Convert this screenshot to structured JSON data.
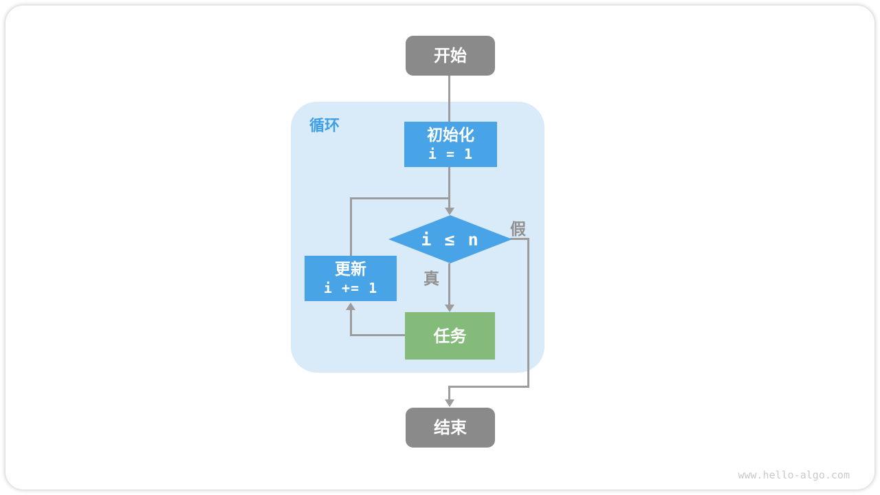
{
  "page": {
    "watermark": "www.hello-algo.com"
  },
  "flowchart": {
    "container": {
      "label": "循环"
    },
    "nodes": {
      "start": {
        "label": "开始"
      },
      "init": {
        "title": "初始化",
        "code": "i = 1"
      },
      "condition": {
        "label": "i ≤ n"
      },
      "update": {
        "title": "更新",
        "code": "i += 1"
      },
      "task": {
        "label": "任务"
      },
      "end": {
        "label": "结束"
      }
    },
    "edge_labels": {
      "true": "真",
      "false": "假"
    },
    "colors": {
      "node-gray": "#8A8A8A",
      "node-blue": "#49A3E7",
      "node-green": "#84BB7B",
      "container-bg": "#D9EAF8",
      "line": "#9C9C9C",
      "edge-label": "#909090",
      "loop-label": "#3E9FE6",
      "watermark": "#C9C9C9"
    }
  }
}
